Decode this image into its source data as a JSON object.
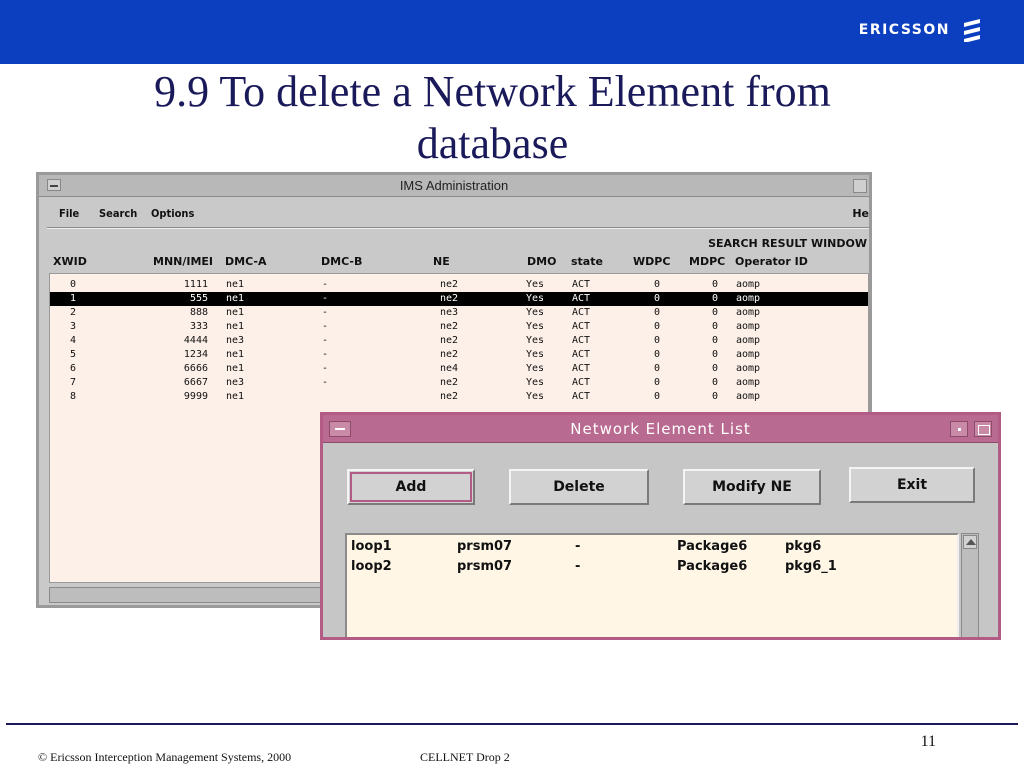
{
  "brand": {
    "name": "ERICSSON",
    "logo_icon": "ericsson-stripes-icon"
  },
  "slide": {
    "title_line1": "9.9 To delete a Network Element from",
    "title_line2": "database"
  },
  "ims_window": {
    "title": "IMS Administration",
    "menu": [
      "File",
      "Search",
      "Options"
    ],
    "menu_right": "He",
    "search_result_label": "SEARCH RESULT WINDOW",
    "columns": [
      "XWID",
      "MNN/IMEI",
      "DMC-A",
      "DMC-B",
      "NE",
      "DMO",
      "state",
      "WDPC",
      "MDPC",
      "Operator ID"
    ],
    "rows": [
      [
        "0",
        "1111",
        "ne1",
        "-",
        "ne2",
        "Yes",
        "ACT",
        "0",
        "0",
        "aomp"
      ],
      [
        "1",
        "555",
        "ne1",
        "-",
        "ne2",
        "Yes",
        "ACT",
        "0",
        "0",
        "aomp"
      ],
      [
        "2",
        "888",
        "ne1",
        "-",
        "ne3",
        "Yes",
        "ACT",
        "0",
        "0",
        "aomp"
      ],
      [
        "3",
        "333",
        "ne1",
        "-",
        "ne2",
        "Yes",
        "ACT",
        "0",
        "0",
        "aomp"
      ],
      [
        "4",
        "4444",
        "ne3",
        "-",
        "ne2",
        "Yes",
        "ACT",
        "0",
        "0",
        "aomp"
      ],
      [
        "5",
        "1234",
        "ne1",
        "-",
        "ne2",
        "Yes",
        "ACT",
        "0",
        "0",
        "aomp"
      ],
      [
        "6",
        "6666",
        "ne1",
        "-",
        "ne4",
        "Yes",
        "ACT",
        "0",
        "0",
        "aomp"
      ],
      [
        "7",
        "6667",
        "ne3",
        "-",
        "ne2",
        "Yes",
        "ACT",
        "0",
        "0",
        "aomp"
      ],
      [
        "8",
        "9999",
        "ne1",
        "",
        "ne2",
        "Yes",
        "ACT",
        "0",
        "0",
        "aomp"
      ]
    ],
    "selected_row": 1
  },
  "ne_window": {
    "title": "Network Element List",
    "buttons": {
      "add": "Add",
      "delete": "Delete",
      "modify": "Modify NE",
      "exit": "Exit"
    },
    "rows": [
      [
        "loop1",
        "prsm07",
        "-",
        "Package6",
        "pkg6"
      ],
      [
        "loop2",
        "prsm07",
        "-",
        "Package6",
        "pkg6_1"
      ]
    ]
  },
  "footer": {
    "copyright": "© Ericsson Interception Management Systems, 2000",
    "drop": "CELLNET Drop 2",
    "page": "11"
  },
  "colors": {
    "topband": "#0b3fbf",
    "ne_titlebar": "#b96a90",
    "list_bg": "#fdf0e8"
  }
}
